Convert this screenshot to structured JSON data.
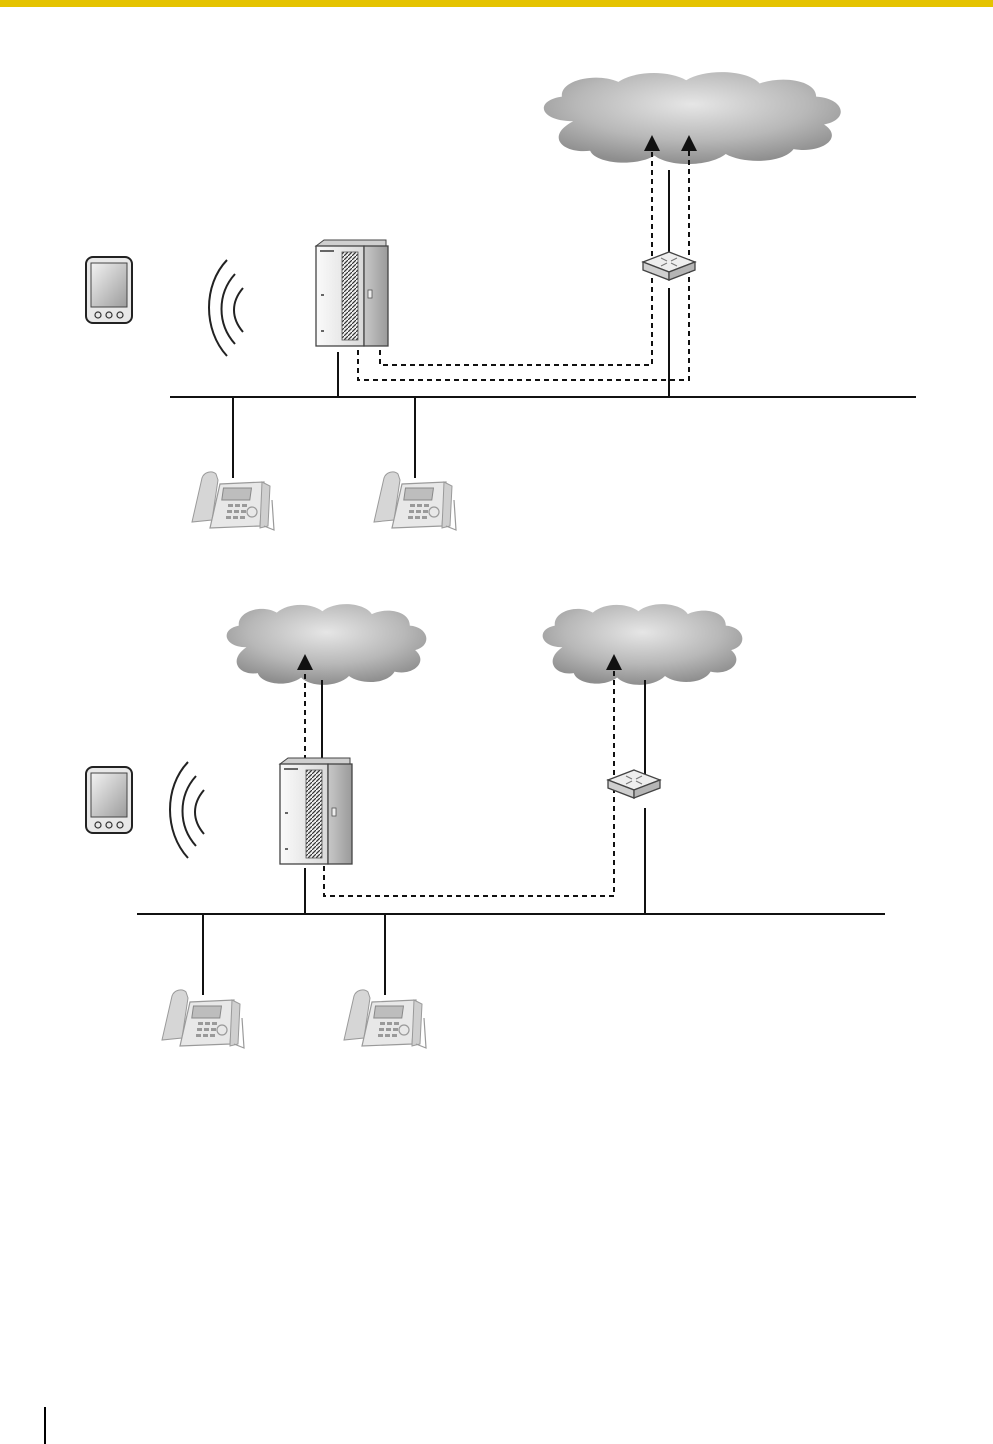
{
  "page": {
    "header_bar_color": "#e5c300",
    "line_color": "#111111",
    "cloud_color": "#a9a9a9"
  },
  "diagrams": [
    {
      "id": "diagram-1",
      "devices": [
        "smartphone-icon",
        "wireless-signal-icon",
        "pbx-unit-icon",
        "router-icon",
        "ip-phone-icon",
        "ip-phone-icon"
      ],
      "clouds": 1,
      "dashed_paths": 2
    },
    {
      "id": "diagram-2",
      "devices": [
        "smartphone-icon",
        "wireless-signal-icon",
        "pbx-unit-icon",
        "router-icon",
        "ip-phone-icon",
        "ip-phone-icon"
      ],
      "clouds": 2,
      "dashed_paths": 2
    }
  ]
}
